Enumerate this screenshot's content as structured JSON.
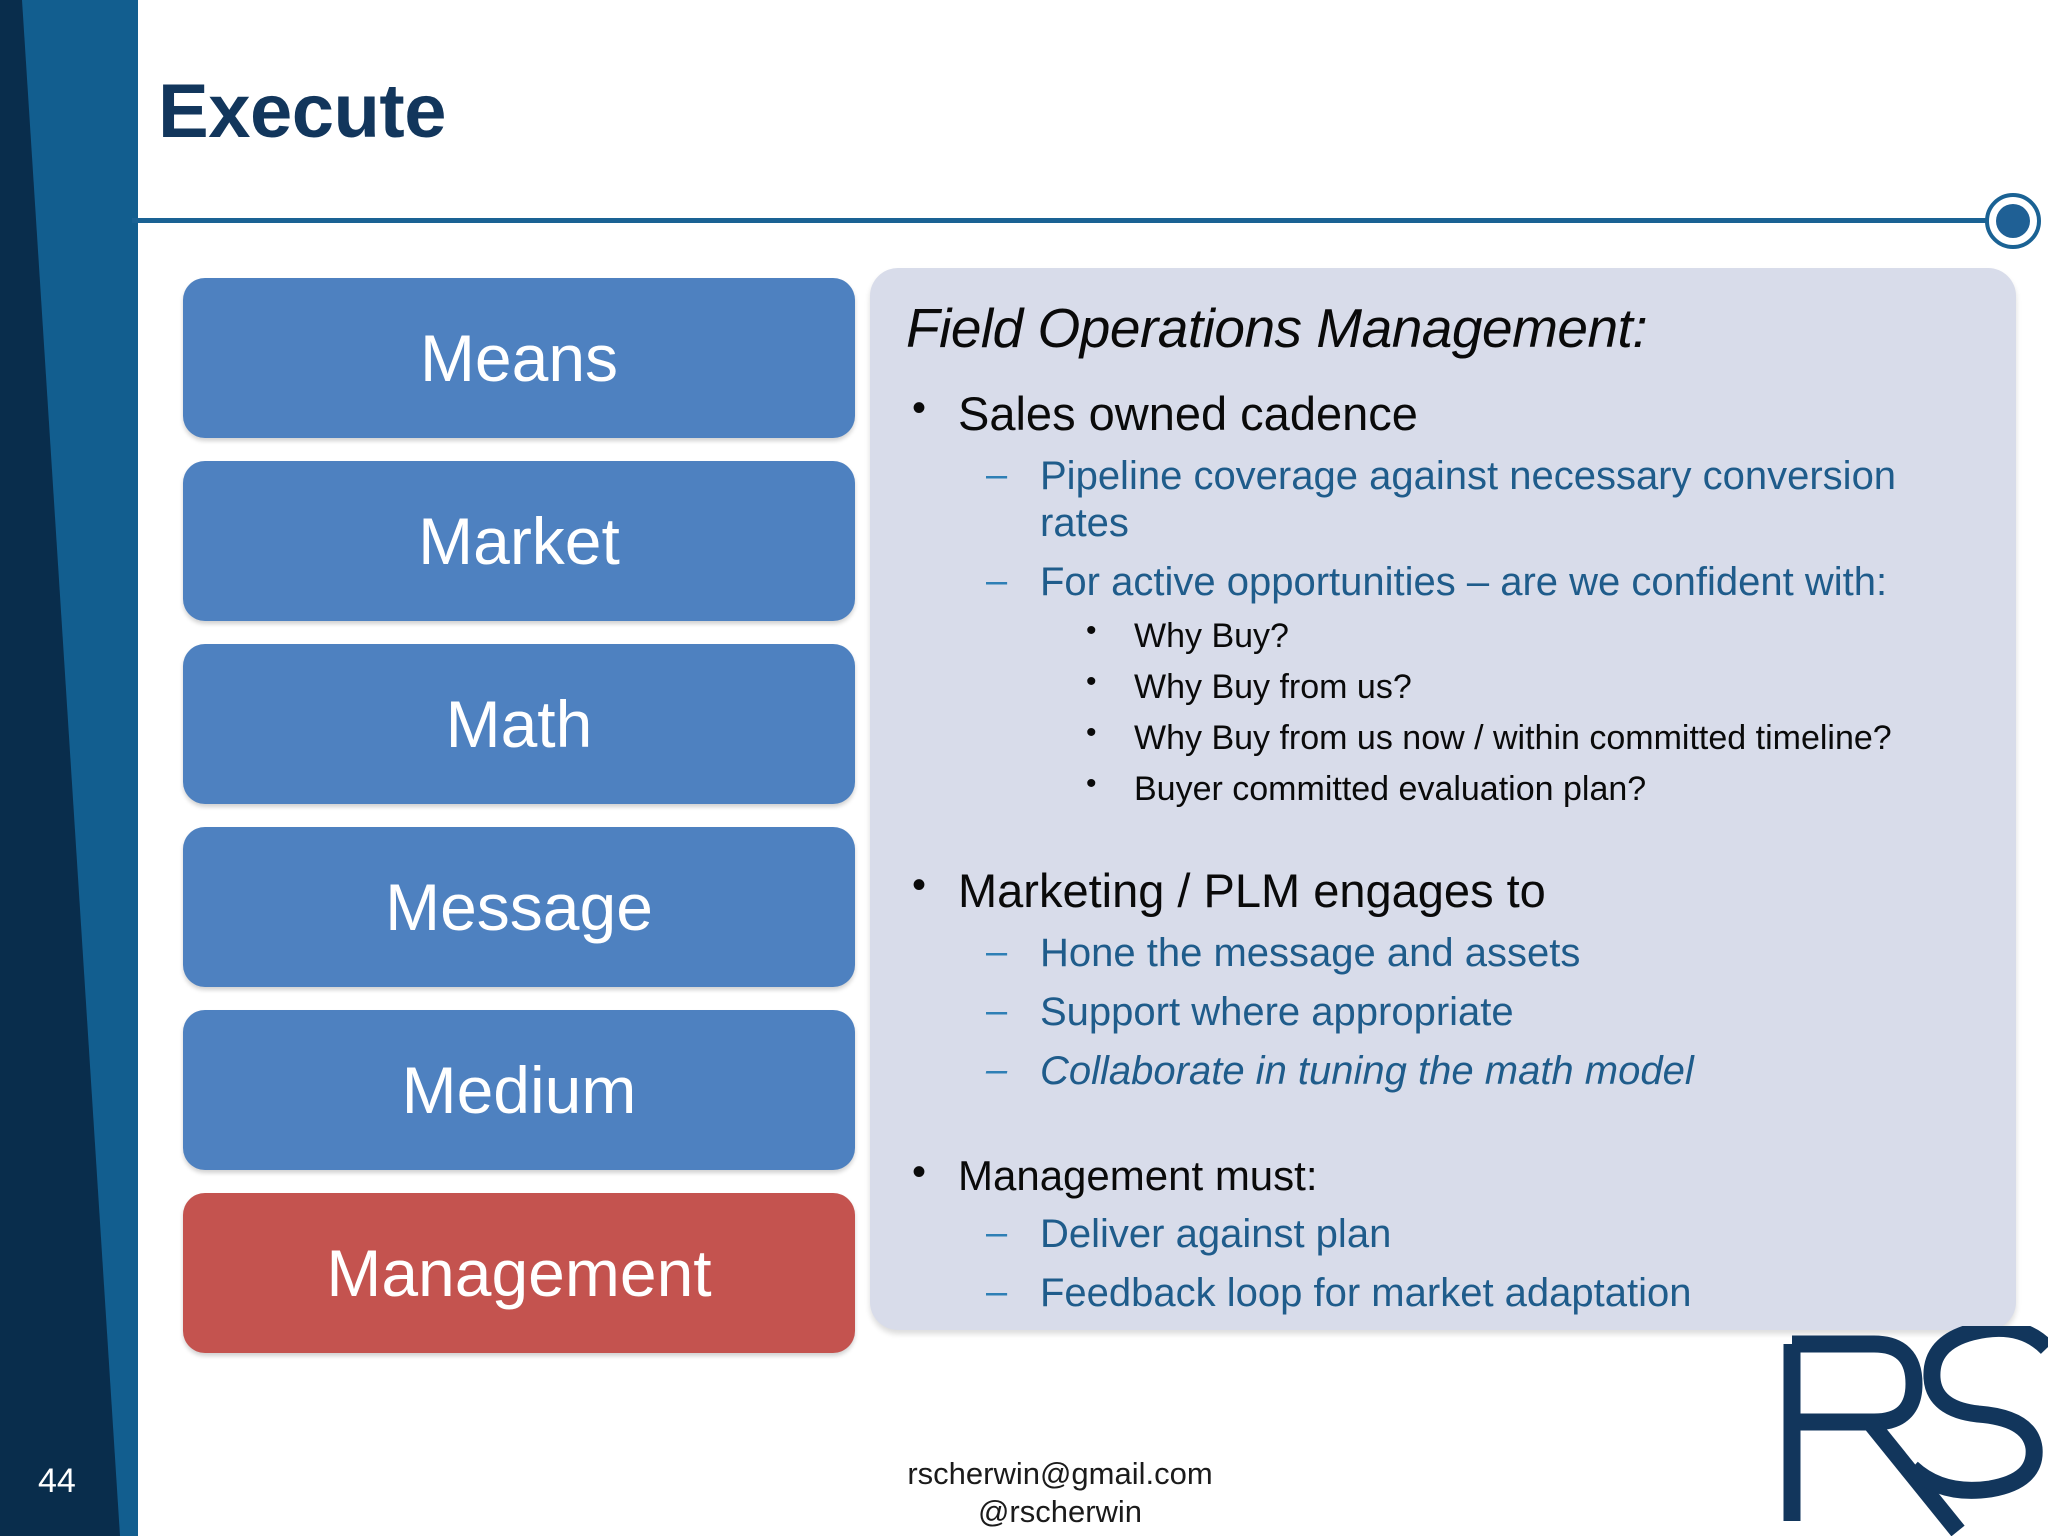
{
  "slide": {
    "title": "Execute",
    "page_number": "44"
  },
  "theme": {
    "band_blue": "#125E8F",
    "wedge_navy": "#092D4C",
    "title_navy": "#12365C",
    "rule_blue": "#1A6294",
    "pill_blue": "#4E81C0",
    "pill_red": "#C4534F",
    "panel_lavender": "#D8DCEA",
    "sub_bullet_blue": "#1F5C8B",
    "dash_blue": "#2E7FB5"
  },
  "pillars": [
    {
      "label": "Means",
      "color": "blue"
    },
    {
      "label": "Market",
      "color": "blue"
    },
    {
      "label": "Math",
      "color": "blue"
    },
    {
      "label": "Message",
      "color": "blue"
    },
    {
      "label": "Medium",
      "color": "blue"
    },
    {
      "label": "Management",
      "color": "red"
    }
  ],
  "panel": {
    "heading": "Field Operations Management:",
    "groups": [
      {
        "bullet": "Sales owned cadence",
        "sub": [
          {
            "text": "Pipeline coverage against necessary conversion rates",
            "italic": false
          },
          {
            "text": "For active opportunities – are we confident with:",
            "italic": false
          }
        ],
        "subsub": [
          "Why Buy?",
          "Why Buy from us?",
          "Why Buy from us now / within committed timeline?",
          "Buyer committed evaluation plan?"
        ]
      },
      {
        "bullet": "Marketing / PLM engages to",
        "sub": [
          {
            "text": "Hone the message and assets",
            "italic": false
          },
          {
            "text": "Support  where appropriate",
            "italic": false
          },
          {
            "text": "Collaborate in tuning the math model",
            "italic": true
          }
        ],
        "subsub": []
      },
      {
        "bullet": "Management must:",
        "sub": [
          {
            "text": "Deliver against plan",
            "italic": false
          },
          {
            "text": "Feedback loop for market adaptation",
            "italic": false
          }
        ],
        "subsub": []
      }
    ]
  },
  "footer": {
    "email": "rscherwin@gmail.com",
    "handle": "@rscherwin"
  },
  "logo": {
    "name": "RS",
    "color": "#12365C"
  }
}
